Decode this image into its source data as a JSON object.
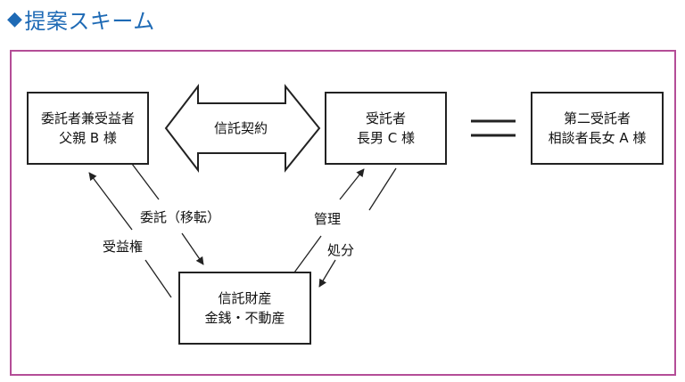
{
  "heading": {
    "marker": "◆",
    "title": "提案スキーム"
  },
  "boxes": {
    "settlor": {
      "line1": "委託者兼受益者",
      "line2": "父親 B 様"
    },
    "trustee": {
      "line1": "受託者",
      "line2": "長男 C 様"
    },
    "second_trustee": {
      "line1": "第二受託者",
      "line2": "相談者長女 A 様"
    },
    "trust_property": {
      "line1": "信託財産",
      "line2": "金銭・不動産"
    }
  },
  "contract_label": "信託契約",
  "labels": {
    "entrust": "委託（移転）",
    "beneficial_right": "受益権",
    "management": "管理",
    "disposal": "処分"
  },
  "colors": {
    "heading": "#1e6ab5",
    "frame": "#b44d97",
    "line": "#222222"
  }
}
